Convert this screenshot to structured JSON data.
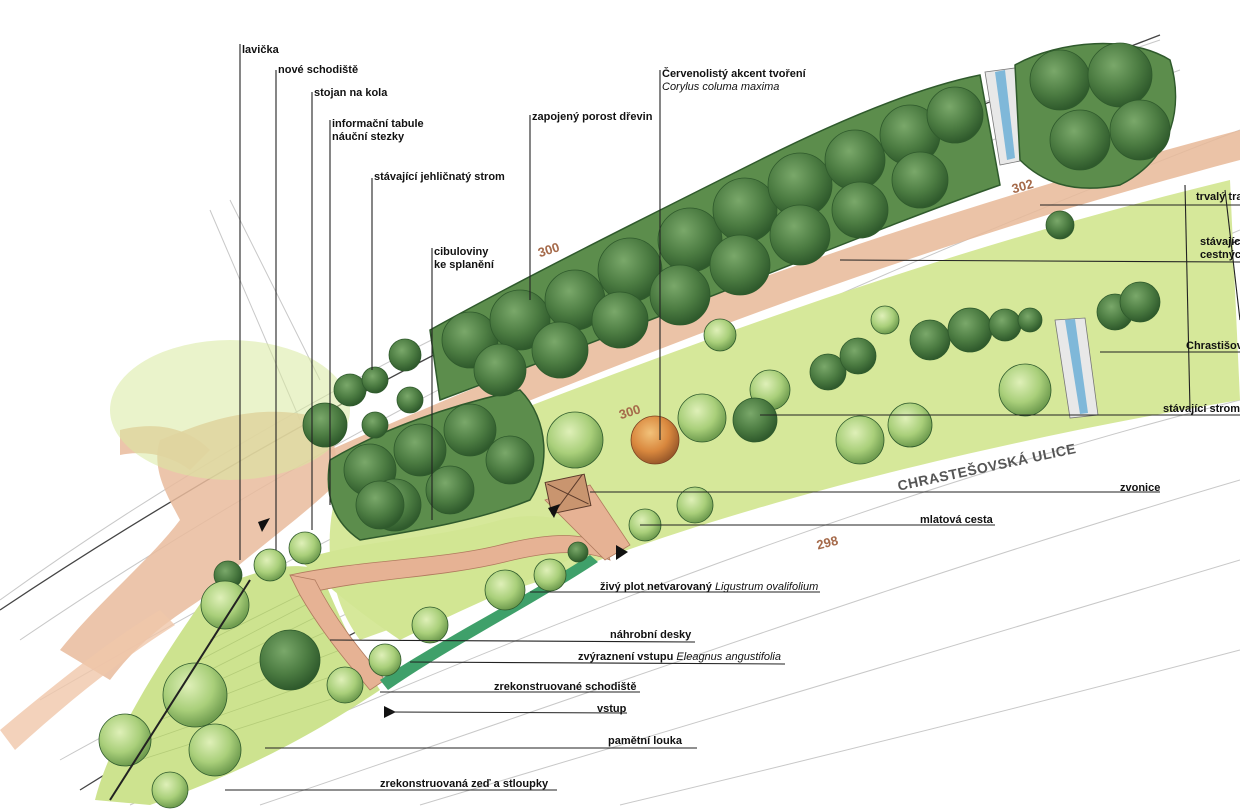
{
  "labels": {
    "lavicka": "lavička",
    "nove_schodiste": "nové schodiště",
    "stojan": "stojan na kola",
    "info_line1": "informační tabule",
    "info_line2": "náuční stezky",
    "jehlicnaty": "stávající jehličnatý strom",
    "cibuloviny_line1": "cibuloviny",
    "cibuloviny_line2": "ke splanění",
    "porost": "zapojený porost dřevin",
    "akcent_line1": "Červenolistý akcent tvoření",
    "akcent_line2": "Corylus columa maxima",
    "trvaly": "trvalý tra",
    "stavajici_c_line1": "stávajíc",
    "stavajici_c_line2": "cestnýc",
    "chrastisov": "Chrastišov",
    "stavajici_strom": "stávající strom",
    "zvonice": "zvonice",
    "mlatova": "mlatová cesta",
    "zivy_plot_a": "živý plot netvarovaný ",
    "zivy_plot_b": "Ligustrum ovalifolium",
    "nahrobni": "náhrobní desky",
    "zvyrazneni_a": "zvýraznení vstupu ",
    "zvyrazneni_b": "Eleagnus angustifolia",
    "zrekon_schodiste": "zrekonstruované schodiště",
    "vstup": "vstup",
    "pametni": "pamětní louka",
    "zed": "zrekonstruovaná zeď a stloupky"
  },
  "street": "CHRASTEŠOVSKÁ ULICE",
  "contours": {
    "c300a": "300",
    "c300b": "300",
    "c302": "302",
    "c298": "298"
  },
  "colors": {
    "meadow": "#d6e89a",
    "lawn": "#cfe391",
    "path": "#e7b898",
    "tree_dark": "#3f6f3a",
    "tree_mid": "#5f8f4e",
    "tree_light": "#a9cf7a",
    "accent_red": "#d9883e",
    "water": "#7fb8d9"
  }
}
